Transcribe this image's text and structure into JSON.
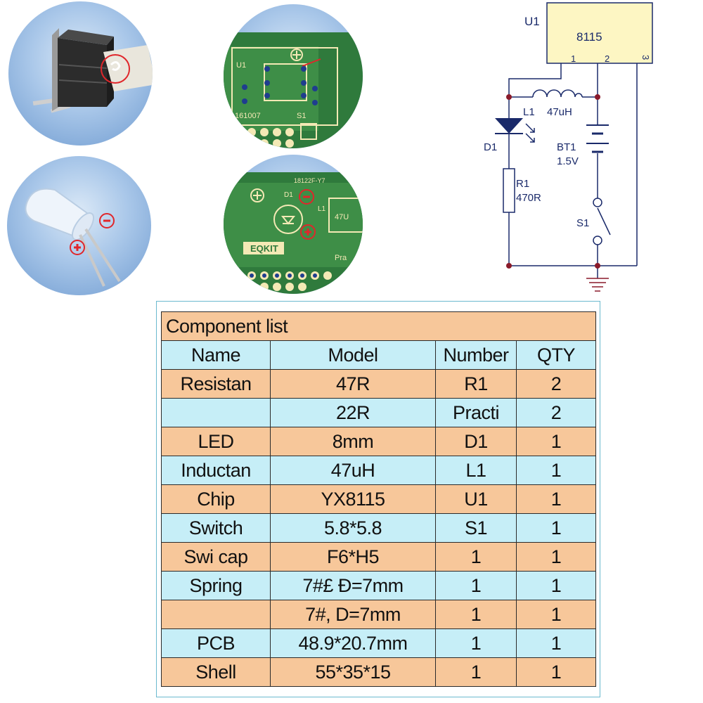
{
  "photos": {
    "switch": {
      "labels": []
    },
    "pcb_top": {
      "labels": [
        "U1",
        "161007",
        "S1"
      ]
    },
    "led": {
      "labels": []
    },
    "pcb_bottom": {
      "labels": [
        "D1",
        "L1",
        "EQKIT",
        "47U",
        "Pra",
        "18122F-Y7"
      ]
    }
  },
  "schematic": {
    "u1_ref": "U1",
    "u1_part": "8115",
    "pin1": "1",
    "pin2": "2",
    "pin3": "3",
    "l1_ref": "L1",
    "l1_val": "47uH",
    "d1_ref": "D1",
    "bt1_ref": "BT1",
    "bt1_val": "1.5V",
    "r1_ref": "R1",
    "r1_val": "470R",
    "s1_ref": "S1"
  },
  "table": {
    "title": "Component list",
    "headers": [
      "Name",
      "Model",
      "Number",
      "QTY"
    ],
    "rows": [
      {
        "name": "Resistan",
        "model": "47R",
        "number": "R1",
        "qty": "2"
      },
      {
        "name": "",
        "model": "22R",
        "number": "Practi",
        "qty": "2"
      },
      {
        "name": "LED",
        "model": "8mm",
        "number": "D1",
        "qty": "1"
      },
      {
        "name": "Inductan",
        "model": "47uH",
        "number": "L1",
        "qty": "1"
      },
      {
        "name": "Chip",
        "model": "YX8115",
        "number": "U1",
        "qty": "1"
      },
      {
        "name": "Switch",
        "model": "5.8*5.8",
        "number": "S1",
        "qty": "1"
      },
      {
        "name": "Swi cap",
        "model": "F6*H5",
        "number": "1",
        "qty": "1"
      },
      {
        "name": "Spring",
        "model": "7#£ Ð=7mm",
        "number": "1",
        "qty": "1"
      },
      {
        "name": "",
        "model": "7#, D=7mm",
        "number": "1",
        "qty": "1"
      },
      {
        "name": "PCB",
        "model": "48.9*20.7mm",
        "number": "1",
        "qty": "1"
      },
      {
        "name": "Shell",
        "model": "55*35*15",
        "number": "1",
        "qty": "1"
      }
    ],
    "colors": {
      "orange": "#f7c79a",
      "blue": "#c6eef7"
    }
  }
}
